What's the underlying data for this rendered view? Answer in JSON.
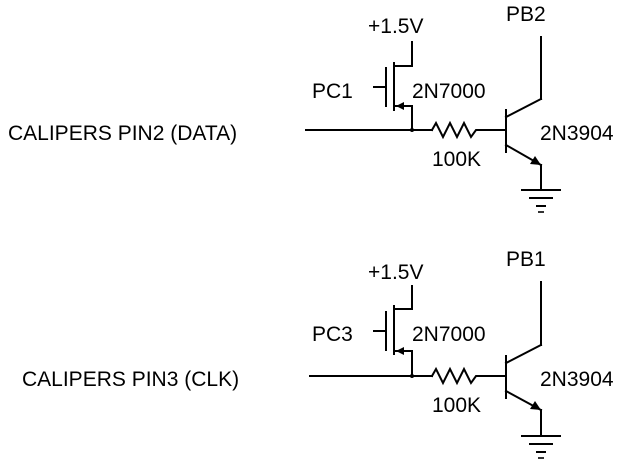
{
  "circuits": [
    {
      "supply_label": "+1.5V",
      "gate_label": "PC1",
      "mosfet_label": "2N7000",
      "input_label": "CALIPERS PIN2 (DATA)",
      "resistor_label": "100K",
      "collector_label": "PB2",
      "bjt_label": "2N3904"
    },
    {
      "supply_label": "+1.5V",
      "gate_label": "PC3",
      "mosfet_label": "2N7000",
      "input_label": "CALIPERS PIN3 (CLK)",
      "resistor_label": "100K",
      "collector_label": "PB1",
      "bjt_label": "2N3904"
    }
  ]
}
